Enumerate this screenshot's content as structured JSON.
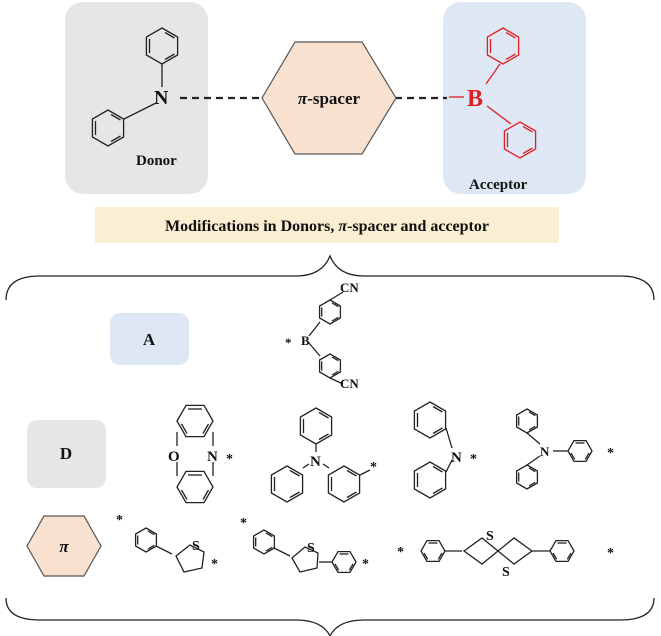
{
  "top": {
    "donor_label": "Donor",
    "donor_atom": "N",
    "spacer_label": "π-spacer",
    "acceptor_atom": "B",
    "acceptor_label": "Acceptor"
  },
  "banner": {
    "text_pre": "Modifications in Donors, ",
    "text_pi": "π",
    "text_post": "-spacer and acceptor"
  },
  "rows": {
    "acceptor_key": "A",
    "donor_key": "D",
    "spacer_key": "π"
  },
  "structures": {
    "star": "*",
    "boron": "B",
    "nitrogen": "N",
    "oxygen": "O",
    "sulfur": "S",
    "nitrile": "CN"
  },
  "colors": {
    "donor_box": "#e6e6e6",
    "acceptor_box": "#dde8f4",
    "spacer_fill": "#f9e1d0",
    "banner_fill": "#fbefd3",
    "key_a": "#dde8f4",
    "key_d": "#e6e6e6",
    "key_pi": "#f9e1d0",
    "boron_red": "#e02020"
  }
}
